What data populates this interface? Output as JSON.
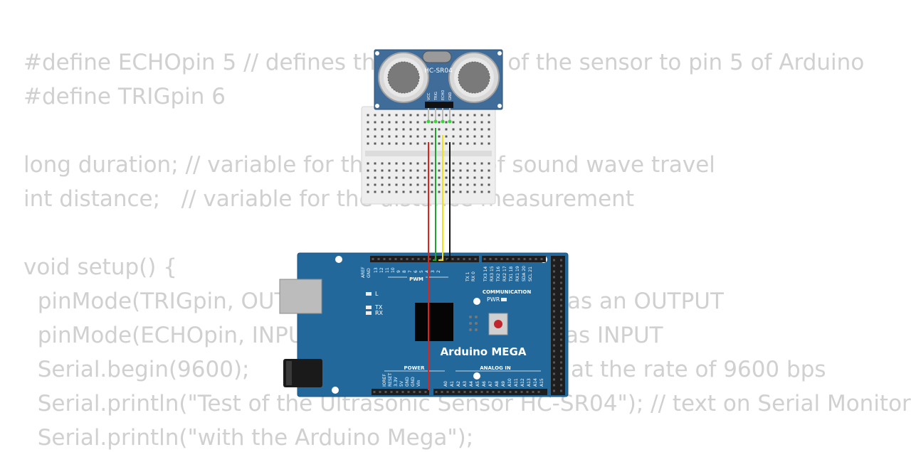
{
  "code": {
    "lines": [
      "#define ECHOpin 5 // defines the ECHO pin of the sensor to pin 5 of Arduino",
      "#define TRIGpin 6",
      "",
      "long duration; // variable for the duration of sound wave travel",
      "int distance;   // variable for the distance measurement",
      "",
      "void setup() {",
      "  pinMode(TRIGpin, OUTPUT); // Sets the TRIGpin as an OUTPUT",
      "  pinMode(ECHOpin, INPUT); // Sets the ECHOpin as INPUT",
      "  Serial.begin(9600);       // Serial Communication at the rate of 9600 bps",
      "  Serial.println(\"Test of the Ultrasonic Sensor HC-SR04\"); // text on Serial Monitor",
      "  Serial.println(\"with the Arduino Mega\");"
    ]
  },
  "sensor": {
    "label": "HC-SR04",
    "pins": [
      "VCC",
      "TRIG",
      "ECHO",
      "GND"
    ]
  },
  "board": {
    "name": "Arduino MEGA",
    "aref": "AREF",
    "gnd_top": "GND",
    "digital_pins": [
      "13",
      "12",
      "11",
      "10",
      "9",
      "8",
      "7",
      "6",
      "5",
      "4",
      "3",
      "2"
    ],
    "tx_rx": [
      "TX",
      "RX"
    ],
    "serial_pins": [
      "TX3 14",
      "RX3 15",
      "TX2 16",
      "RX2 17",
      "TX1 18",
      "RX1 19",
      "SDA 20",
      "SCL 21"
    ],
    "tx0": "TX 1",
    "rx0": "RX 0",
    "pwm": "PWM",
    "communication": "COMMUNICATION",
    "pwr": "PWR",
    "led_l": "L",
    "led_tx": "TX",
    "led_rx": "RX",
    "power": "POWER",
    "power_pins": [
      "IOREF",
      "RESET",
      "3.3V",
      "5V",
      "GND",
      "GND",
      "Vin"
    ],
    "analog_in": "ANALOG IN",
    "analog_pins": [
      "A0",
      "A1",
      "A2",
      "A3",
      "A4",
      "A5",
      "A6",
      "A7",
      "A8",
      "A9",
      "A10",
      "A11",
      "A12",
      "A13",
      "A14",
      "A15"
    ]
  },
  "colors": {
    "code_text": "#d0d0d0",
    "board": "#23689b",
    "sensor": "#3f6c99",
    "wire_vcc": "#e0221b",
    "wire_trig": "#23a032",
    "wire_echo": "#f2e01b",
    "wire_gnd": "#111111"
  }
}
